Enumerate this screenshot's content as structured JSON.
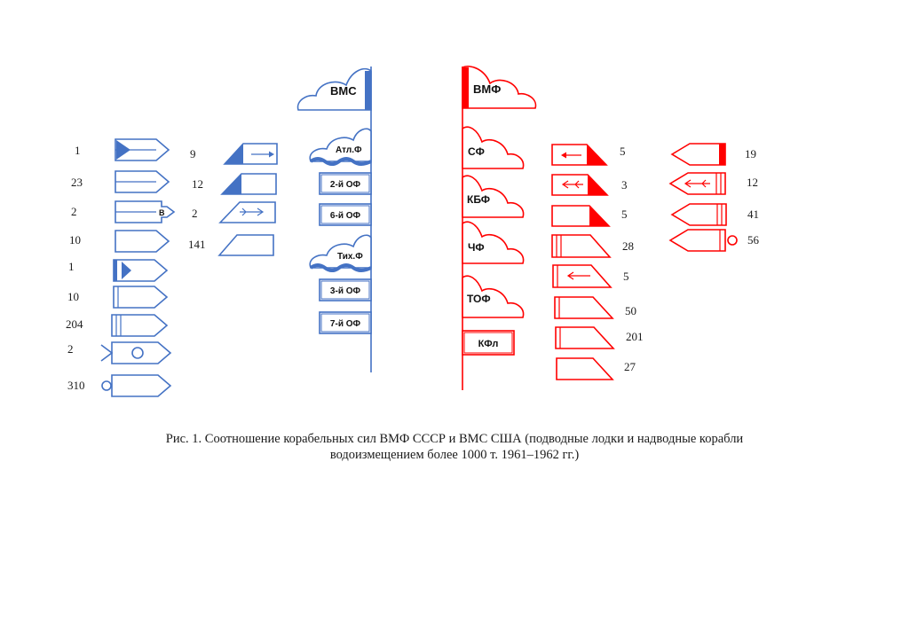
{
  "colors": {
    "us": "#4472c4",
    "ussr": "#ff0000",
    "text": "#1a1a1a"
  },
  "us_side": {
    "fleet_label": "ВМС",
    "commands": [
      {
        "name": "Атл.Ф",
        "fleets": [
          "2-й ОФ",
          "6-й ОФ"
        ]
      },
      {
        "name": "Тих.Ф",
        "fleets": [
          "3-й ОФ",
          "7-й ОФ"
        ]
      }
    ],
    "ship_counts": {
      "column_left": [
        1,
        23,
        2,
        10,
        1,
        10,
        204,
        2,
        310
      ],
      "column_right": [
        9,
        12,
        2,
        141
      ]
    },
    "symbol_marks": {
      "letter_v": "В"
    }
  },
  "ussr_side": {
    "fleet_label": "ВМФ",
    "fleets": [
      "СФ",
      "КБФ",
      "ЧФ",
      "ТОФ"
    ],
    "flotilla": "КФл",
    "ship_counts": {
      "column_left": [
        5,
        3,
        5,
        28,
        5,
        50,
        201,
        27
      ],
      "column_right": [
        19,
        12,
        41,
        56
      ]
    }
  },
  "caption": {
    "line1": "Рис. 1. Соотношение корабельных сил ВМФ СССР и ВМС США (подводные лодки и надводные корабли",
    "line2": "водоизмещением более 1000 т. 1961–1962 гг.)"
  }
}
